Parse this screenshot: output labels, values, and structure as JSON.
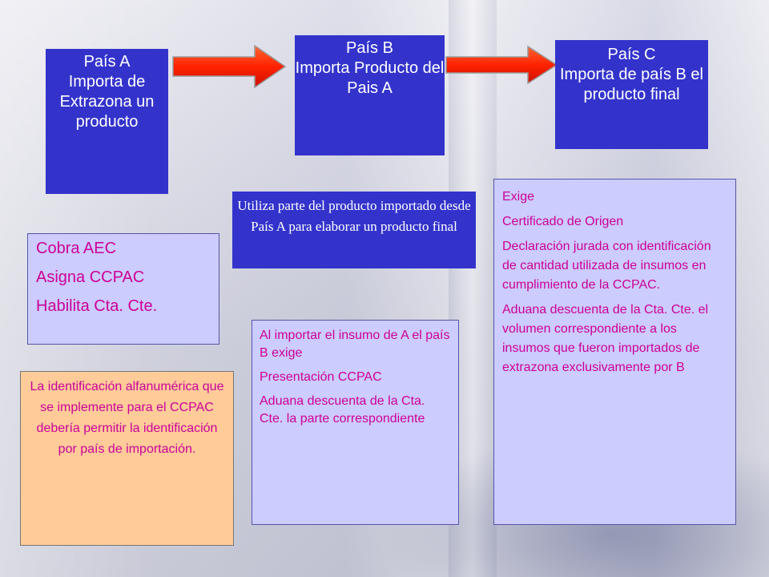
{
  "pais_a": {
    "title": "País A",
    "body": "Importa de Extrazona un producto"
  },
  "pais_b": {
    "title": "País B",
    "body": "Importa Producto del Pais A"
  },
  "pais_c": {
    "title": "País C",
    "body": "Importa de país B el producto final"
  },
  "utiliza": {
    "text": "Utiliza parte del producto importado desde País A para elaborar un producto final"
  },
  "cobra": {
    "items": [
      "Cobra AEC",
      "Asigna CCPAC",
      "Habilita Cta. Cte."
    ]
  },
  "al_importar": {
    "items": [
      "Al importar el insumo de A el país B exige",
      "Presentación CCPAC",
      "Aduana descuenta de la Cta. Cte. la parte correspondiente"
    ]
  },
  "exige": {
    "items": [
      "Exige",
      "Certificado de Origen",
      "Declaración jurada con identificación de cantidad utilizada de insumos en cumplimiento de la CCPAC.",
      "Aduana descuenta de la Cta. Cte. el volumen correspondiente a los insumos que fueron importados de extrazona exclusivamente  por B"
    ]
  },
  "identificacion": {
    "text": "La identificación alfanumérica que se implemente para el CCPAC debería permitir la identificación por país de importación."
  },
  "colors": {
    "pais_box": "#3333cc",
    "note_box": "#ccccff",
    "note_text": "#cc0099",
    "orange_box": "#ffcc99",
    "arrow": "#ff3300"
  }
}
